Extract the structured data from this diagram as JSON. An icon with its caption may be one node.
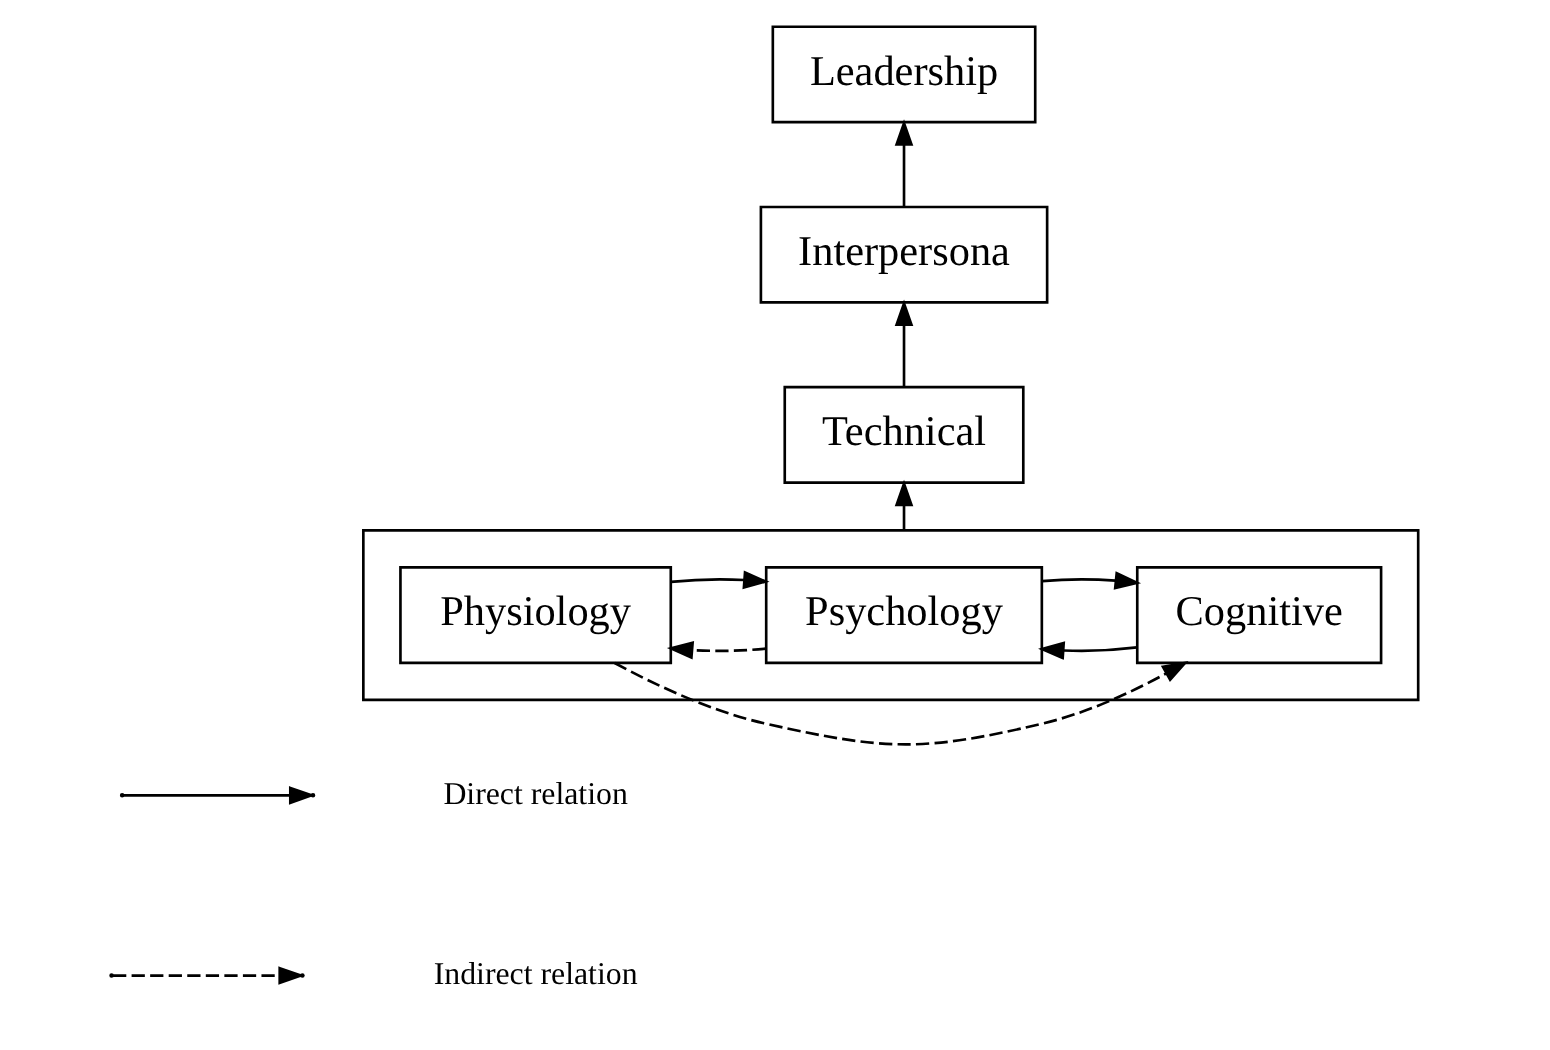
{
  "diagram": {
    "nodes": [
      {
        "text": [
          "Leadership"
        ]
      },
      {
        "text": [
          "Interpersona"
        ]
      },
      {
        "text": [
          "Technical"
        ]
      },
      {
        "text": [],
        "shape": "box"
      },
      {
        "text": [
          "Physiology"
        ],
        "in": 3
      },
      {
        "text": [
          "Psychology"
        ],
        "in": 3
      },
      {
        "text": [
          "Cognitive"
        ],
        "in": 3
      }
    ],
    "edges": [
      {
        "from": 1,
        "to": 0,
        "arrow": "to"
      },
      {
        "from": 2,
        "to": 1,
        "arrow": "to"
      },
      {
        "from": 3,
        "to": 2,
        "arrow": "to"
      },
      {
        "from": 4,
        "to": 5,
        "arrow": "to"
      },
      {
        "from": 5,
        "to": 4,
        "arrow": "to",
        "style": "dashed"
      },
      {
        "from": 5,
        "to": 6,
        "arrow": "to"
      },
      {
        "from": 6,
        "to": 5,
        "arrow": "to"
      },
      {
        "from": 4,
        "to": 6,
        "arrow": "to",
        "style": "dashed"
      }
    ],
    "legend": [
      {
        "text": "Direct relation"
      },
      {
        "text": "Indirect relation"
      }
    ]
  }
}
